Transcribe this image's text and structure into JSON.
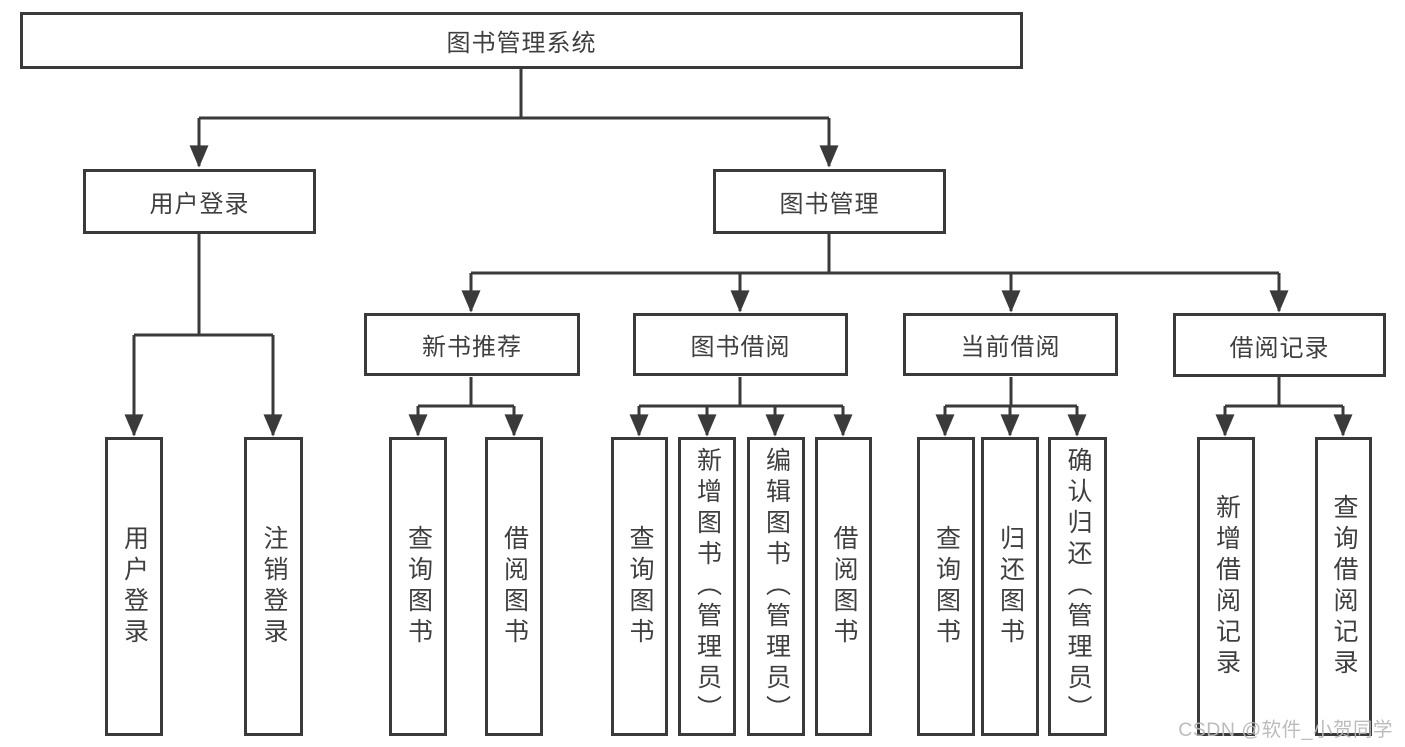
{
  "diagram": {
    "tree": {
      "label": "图书管理系统",
      "children": [
        {
          "label": "用户登录",
          "children": [
            {
              "label": "用户登录"
            },
            {
              "label": "注销登录"
            }
          ]
        },
        {
          "label": "图书管理",
          "children": [
            {
              "label": "新书推荐",
              "children": [
                {
                  "label": "查询图书"
                },
                {
                  "label": "借阅图书"
                }
              ]
            },
            {
              "label": "图书借阅",
              "children": [
                {
                  "label": "查询图书"
                },
                {
                  "label": "新增图书（管理员）"
                },
                {
                  "label": "编辑图书（管理员）"
                },
                {
                  "label": "借阅图书"
                }
              ]
            },
            {
              "label": "当前借阅",
              "children": [
                {
                  "label": "查询图书"
                },
                {
                  "label": "归还图书"
                },
                {
                  "label": "确认归还（管理员）"
                }
              ]
            },
            {
              "label": "借阅记录",
              "children": [
                {
                  "label": "新增借阅记录"
                },
                {
                  "label": "查询借阅记录"
                }
              ]
            }
          ]
        }
      ]
    }
  },
  "watermark": {
    "text": "CSDN @软件_小贺同学"
  },
  "colors": {
    "line": "#3a3a3a",
    "text": "#3f3f3f",
    "watermark": "#b9b9b9",
    "background": "#ffffff"
  }
}
